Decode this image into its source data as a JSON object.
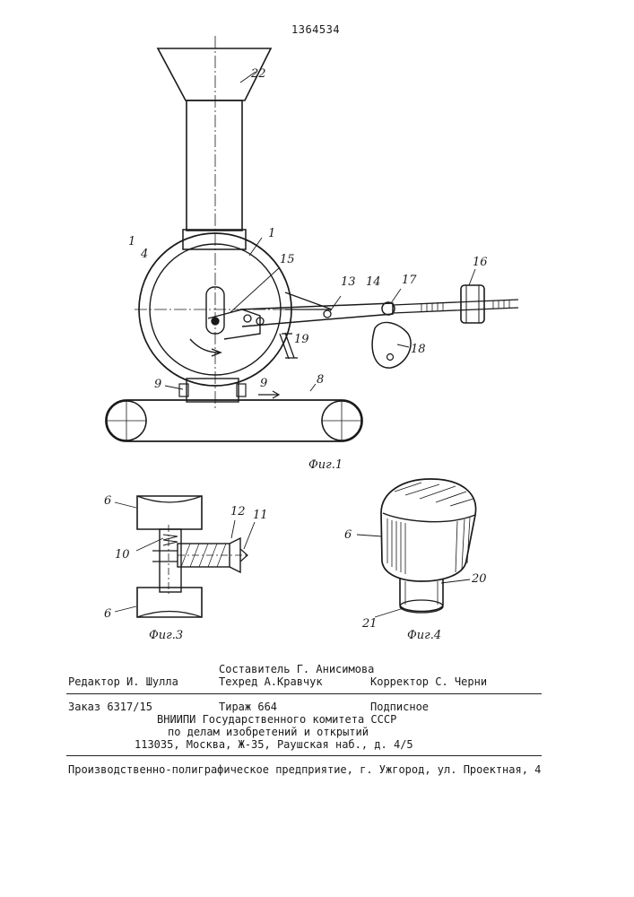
{
  "header": {
    "patent_number": "1364534"
  },
  "figures": {
    "fig1": {
      "caption": "Фиг.1",
      "labels": {
        "l22": "22",
        "l1a": "1",
        "l1b": "1",
        "l4": "4",
        "l15": "15",
        "l13": "13",
        "l14": "14",
        "l17": "17",
        "l16": "16",
        "l19": "19",
        "l18": "18",
        "l9a": "9",
        "l9b": "9",
        "l8": "8"
      }
    },
    "fig3": {
      "caption": "Фиг.3",
      "labels": {
        "l6a": "6",
        "l12": "12",
        "l11": "11",
        "l10": "10",
        "l6b": "6"
      }
    },
    "fig4": {
      "caption": "Фиг.4",
      "labels": {
        "l6": "6",
        "l20": "20",
        "l21": "21"
      }
    }
  },
  "imprint": {
    "compiler": "Составитель Г. Анисимова",
    "editor": "Редактор И. Шулла",
    "techred": "Техред  А.Кравчук",
    "corrector": "Корректор  С. Черни",
    "order": "Заказ 6317/15",
    "circulation": "Тираж 664",
    "subscription": "Подписное",
    "org_line1": "ВНИИПИ Государственного комитета СССР",
    "org_line2": "по делам изобретений и открытий",
    "address": "113035, Москва, Ж-35, Раушская наб., д. 4/5",
    "printer": "Производственно-полиграфическое предприятие, г. Ужгород, ул. Проектная, 4"
  }
}
